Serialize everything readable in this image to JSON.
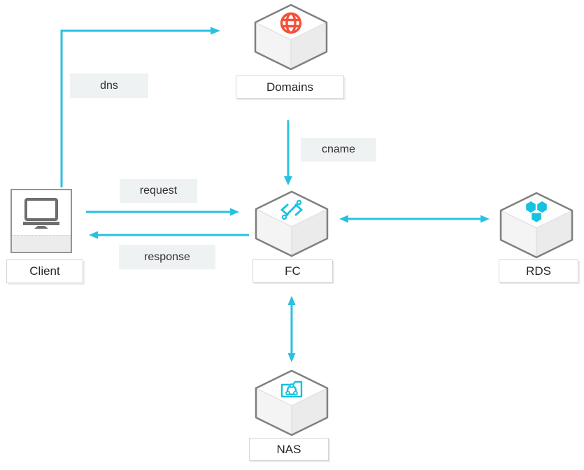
{
  "diagram": {
    "colors": {
      "arrow": "#29c1e2",
      "icon_cyan": "#17c1e0",
      "icon_red": "#f5503a",
      "hexagon_border": "#7f7f7f",
      "edge_label_bg": "#eff2f3"
    },
    "nodes": [
      {
        "id": "client",
        "label": "Client",
        "icon": "monitor-icon"
      },
      {
        "id": "domains",
        "label": "Domains",
        "icon": "globe-icon"
      },
      {
        "id": "fc",
        "label": "FC",
        "icon": "function-compute-icon"
      },
      {
        "id": "rds",
        "label": "RDS",
        "icon": "database-hexagons-icon"
      },
      {
        "id": "nas",
        "label": "NAS",
        "icon": "folder-network-icon"
      }
    ],
    "edges": [
      {
        "from": "client",
        "to": "domains",
        "label": "dns",
        "direction": "one-way"
      },
      {
        "from": "domains",
        "to": "fc",
        "label": "cname",
        "direction": "one-way"
      },
      {
        "from": "client",
        "to": "fc",
        "label": "request",
        "direction": "one-way"
      },
      {
        "from": "fc",
        "to": "client",
        "label": "response",
        "direction": "one-way"
      },
      {
        "from": "fc",
        "to": "rds",
        "label": "",
        "direction": "two-way"
      },
      {
        "from": "fc",
        "to": "nas",
        "label": "",
        "direction": "two-way"
      }
    ]
  }
}
